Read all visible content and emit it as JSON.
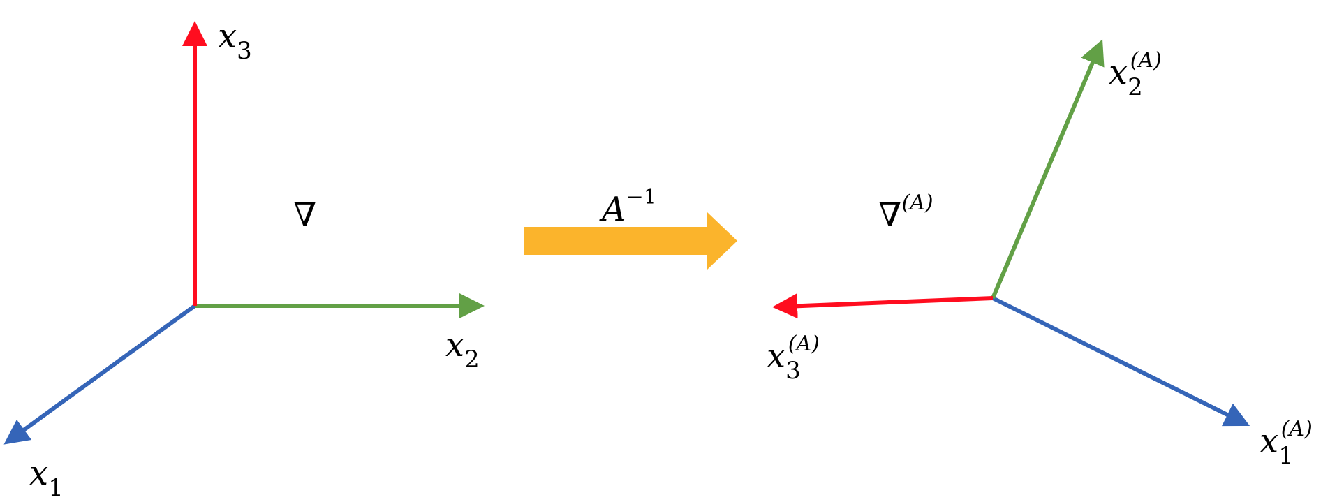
{
  "colors": {
    "axis1": "#3565b8",
    "axis2": "#62a046",
    "axis3": "#ff0d1f",
    "transform_arrow": "#fbb42c"
  },
  "left_frame": {
    "operator": "∇",
    "x1": {
      "base": "x",
      "sub": "1"
    },
    "x2": {
      "base": "x",
      "sub": "2"
    },
    "x3": {
      "base": "x",
      "sub": "3"
    }
  },
  "transform": {
    "base": "A",
    "sup": "−1"
  },
  "right_frame": {
    "operator": "∇",
    "operator_sup": "(A)",
    "x1": {
      "base": "x",
      "sub": "1",
      "sup": "(A)"
    },
    "x2": {
      "base": "x",
      "sub": "2",
      "sup": "(A)"
    },
    "x3": {
      "base": "x",
      "sub": "3",
      "sup": "(A)"
    }
  }
}
